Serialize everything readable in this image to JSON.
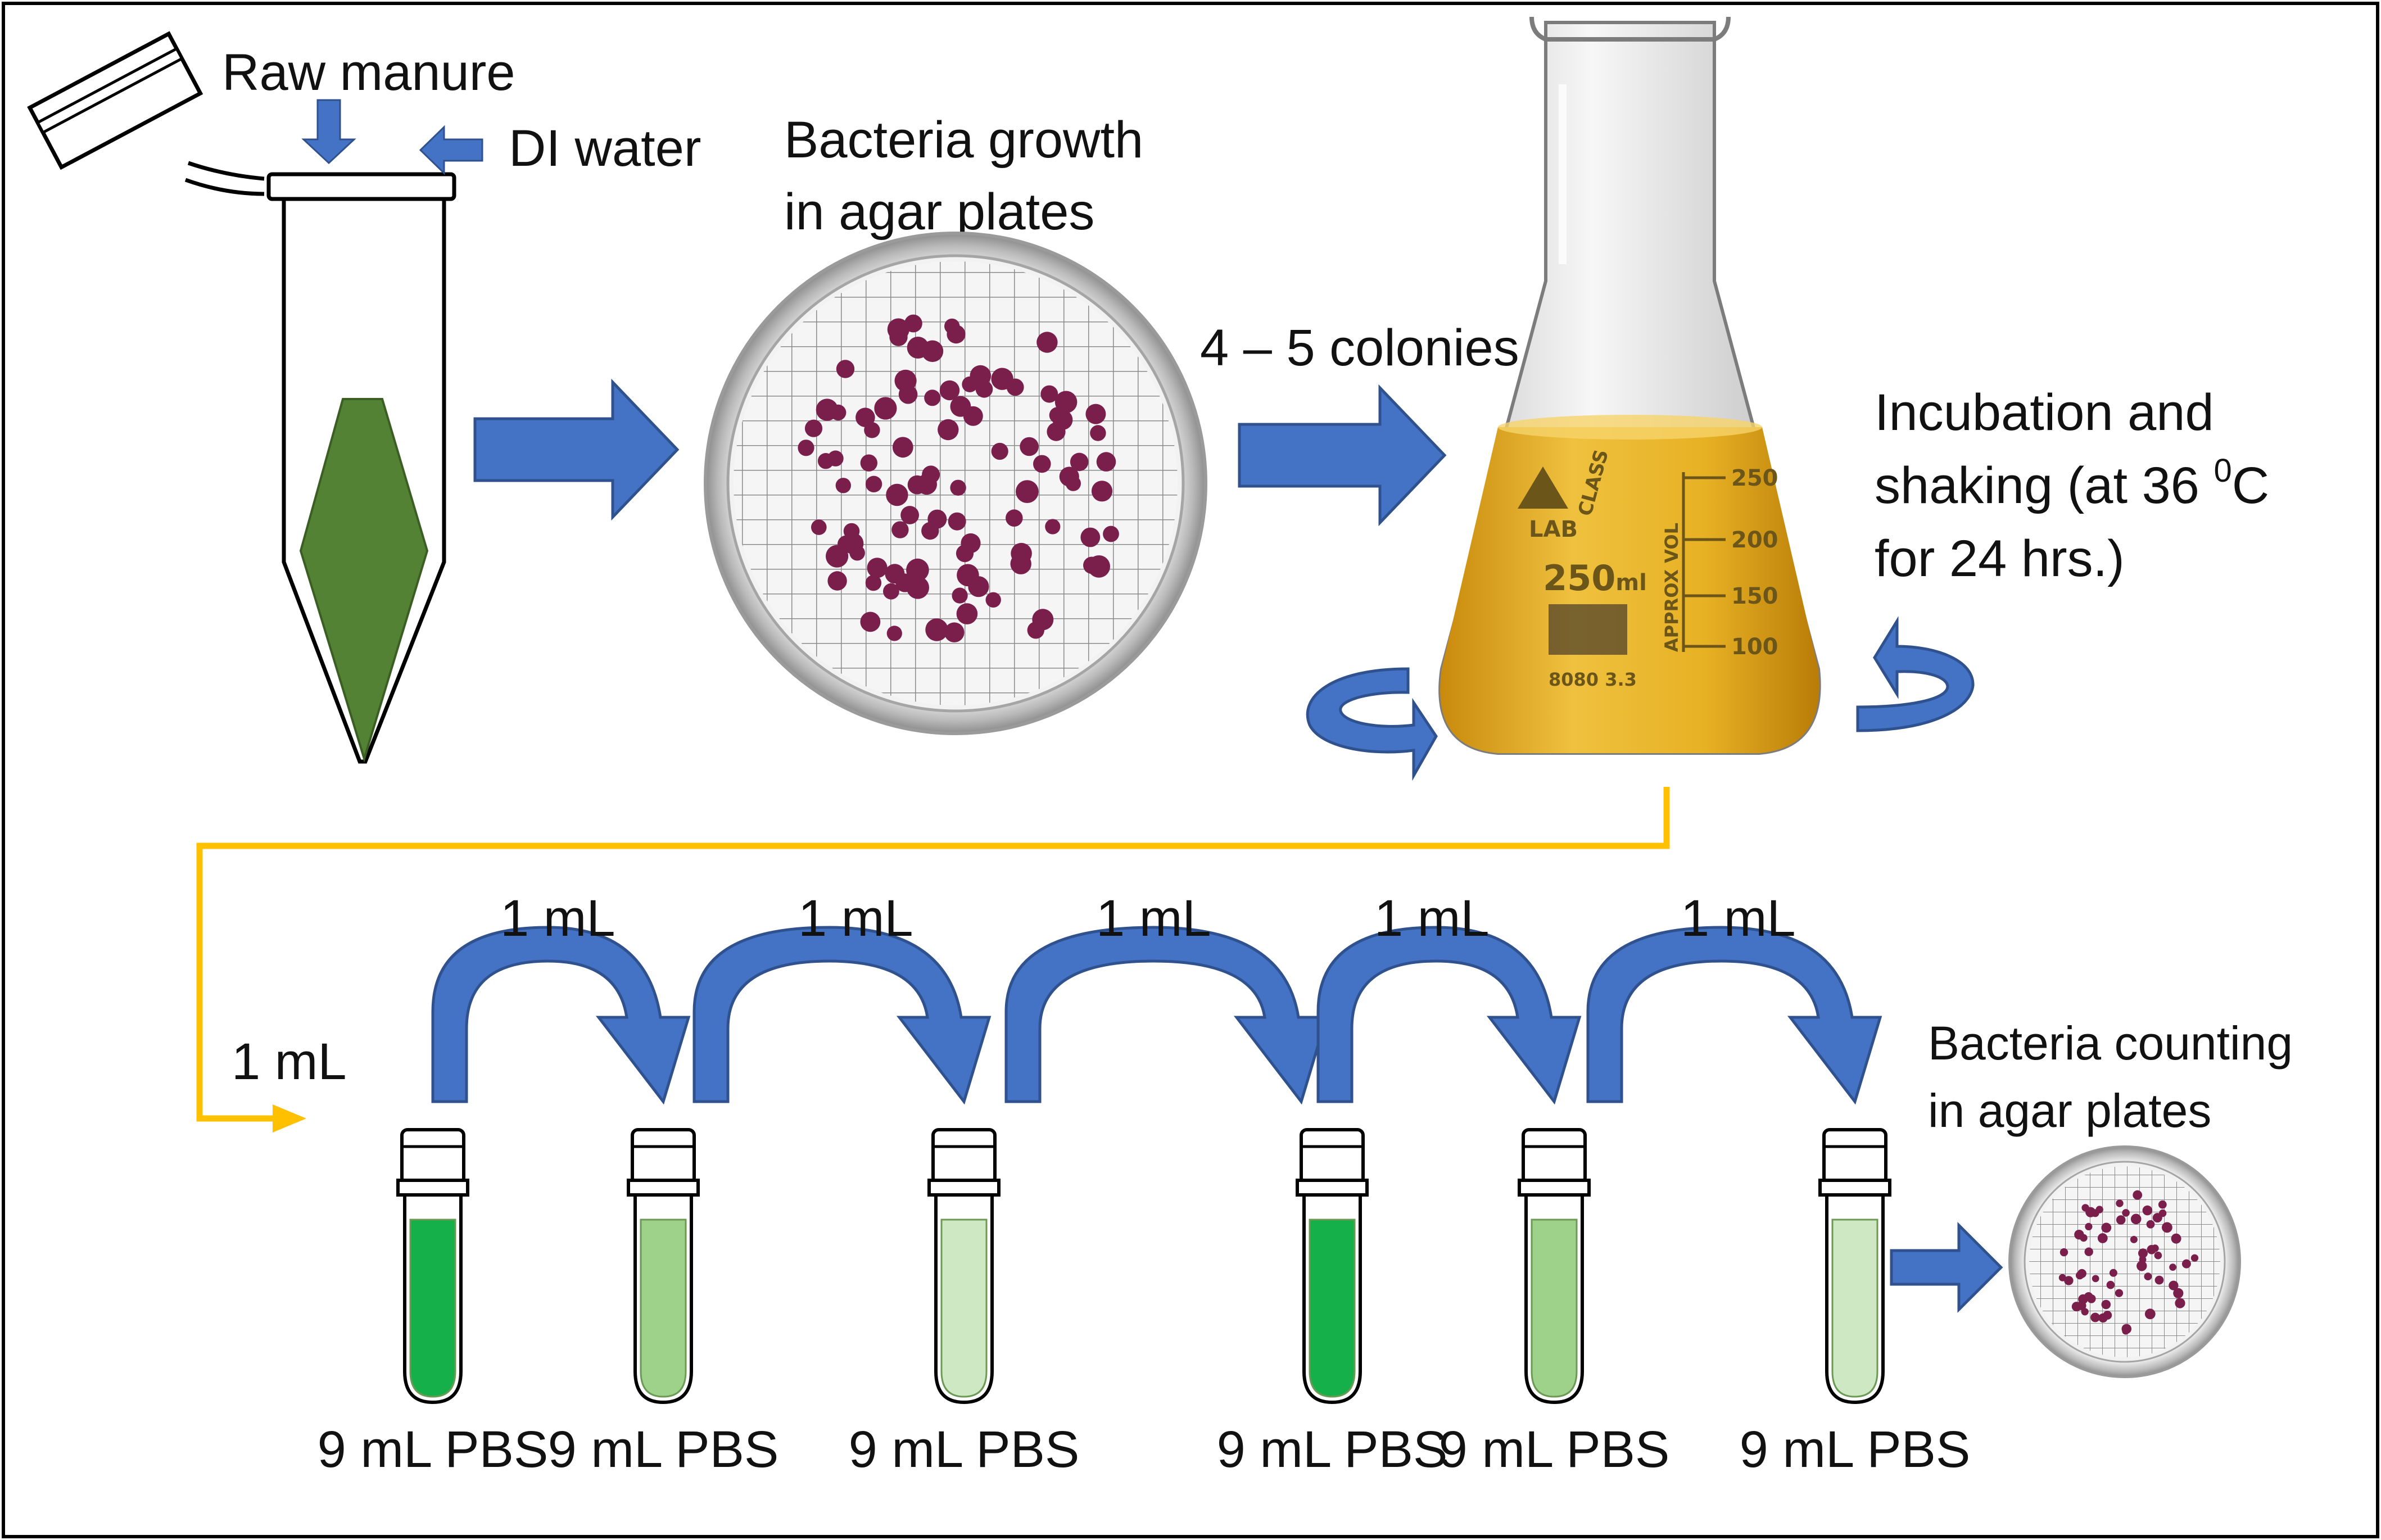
{
  "labels": {
    "raw_manure": "Raw manure",
    "di_water": "DI water",
    "growth_line1": "Bacteria growth",
    "growth_line2": "in agar plates",
    "colonies": "4 – 5 colonies",
    "incubation_line1": "Incubation and",
    "incubation_line2_pre": "shaking (at 36 ",
    "incubation_sup": "0",
    "incubation_line2_post": "C",
    "incubation_line3": "for  24 hrs.)",
    "initial_transfer": "1 mL",
    "counting_line1": "Bacteria counting",
    "counting_line2": "in agar plates"
  },
  "flask": {
    "brand": "LAB",
    "class_mark": "CLASS",
    "capacity": "250",
    "capacity_unit": "ml",
    "approx_vol": "APPROX VOL",
    "code": "8080 3.3",
    "graduations": [
      "250",
      "200",
      "150",
      "100"
    ]
  },
  "transfers": [
    "1 mL",
    "1 mL",
    "1 mL",
    "1 mL",
    "1 mL"
  ],
  "tubes": [
    {
      "label": "9 mL PBS",
      "fill": "#16b04b"
    },
    {
      "label": "9 mL PBS",
      "fill": "#9ed28a"
    },
    {
      "label": "9 mL PBS",
      "fill": "#cfe8c4"
    },
    {
      "label": "9 mL PBS",
      "fill": "#16b04b"
    },
    {
      "label": "9 mL PBS",
      "fill": "#9ed28a"
    },
    {
      "label": "9 mL PBS",
      "fill": "#cfe8c4"
    }
  ],
  "colors": {
    "arrow_blue": "#4472c4",
    "arrow_outline": "#2f528f",
    "connector_yellow": "#ffc000",
    "tube_green": "#548235",
    "broth": "#e3a91f",
    "colony": "#7a1f4c"
  }
}
